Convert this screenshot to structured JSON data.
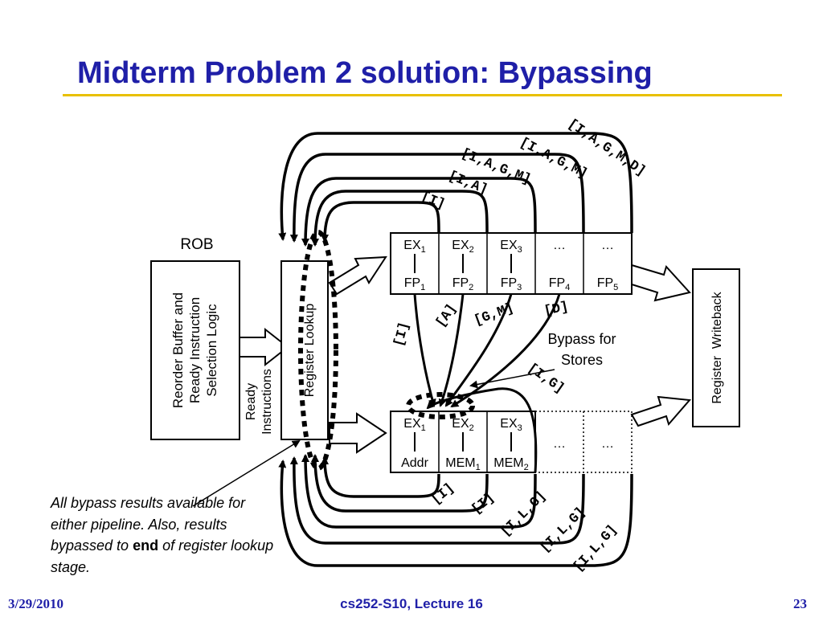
{
  "slide": {
    "title": "Midterm Problem 2 solution: Bypassing",
    "footer_date": "3/29/2010",
    "footer_course": "cs252-S10, Lecture 16",
    "footer_page": "23"
  },
  "diagram": {
    "rob_label": "ROB",
    "reorder_box": [
      "Reorder Buffer and",
      "Ready Instruction",
      "Selection Logic"
    ],
    "ready_label": [
      "Ready",
      "Instructions"
    ],
    "register_lookup_label": "Register Lookup",
    "register_writeback_label": "Register  Writeback",
    "fp_pipeline": [
      {
        "top": "EX",
        "top_sub": "1",
        "bottom": "FP",
        "bottom_sub": "1"
      },
      {
        "top": "EX",
        "top_sub": "2",
        "bottom": "FP",
        "bottom_sub": "2"
      },
      {
        "top": "EX",
        "top_sub": "3",
        "bottom": "FP",
        "bottom_sub": "3"
      },
      {
        "top": "…",
        "top_sub": "",
        "bottom": "FP",
        "bottom_sub": "4"
      },
      {
        "top": "…",
        "top_sub": "",
        "bottom": "FP",
        "bottom_sub": "5"
      }
    ],
    "mem_pipeline": [
      {
        "top": "EX",
        "top_sub": "1",
        "bottom": "Addr",
        "bottom_sub": ""
      },
      {
        "top": "EX",
        "top_sub": "2",
        "bottom": "MEM",
        "bottom_sub": "1"
      },
      {
        "top": "EX",
        "top_sub": "3",
        "bottom": "MEM",
        "bottom_sub": "2"
      },
      {
        "top": "…",
        "top_sub": "",
        "bottom": "",
        "bottom_sub": ""
      },
      {
        "top": "…",
        "top_sub": "",
        "bottom": "",
        "bottom_sub": ""
      }
    ],
    "bypass_for_stores": [
      "Bypass for",
      "Stores"
    ],
    "top_bypass_labels": [
      "[I]",
      "[I,A]",
      "[I,A,G,M]",
      "[I,A,G,M]",
      "[I,A,G,M,D]"
    ],
    "middle_bypass_labels": [
      "[I]",
      "[A]",
      "[G,M]",
      "[D]",
      "[I,G]"
    ],
    "bottom_bypass_labels": [
      "[I]",
      "[I]",
      "[I,L,G]",
      "[I,L,G]",
      "[I,L,G]"
    ],
    "note_parts": [
      "All bypass results available for either pipeline. Also, results bypassed to ",
      "end",
      " of register lookup stage."
    ]
  }
}
